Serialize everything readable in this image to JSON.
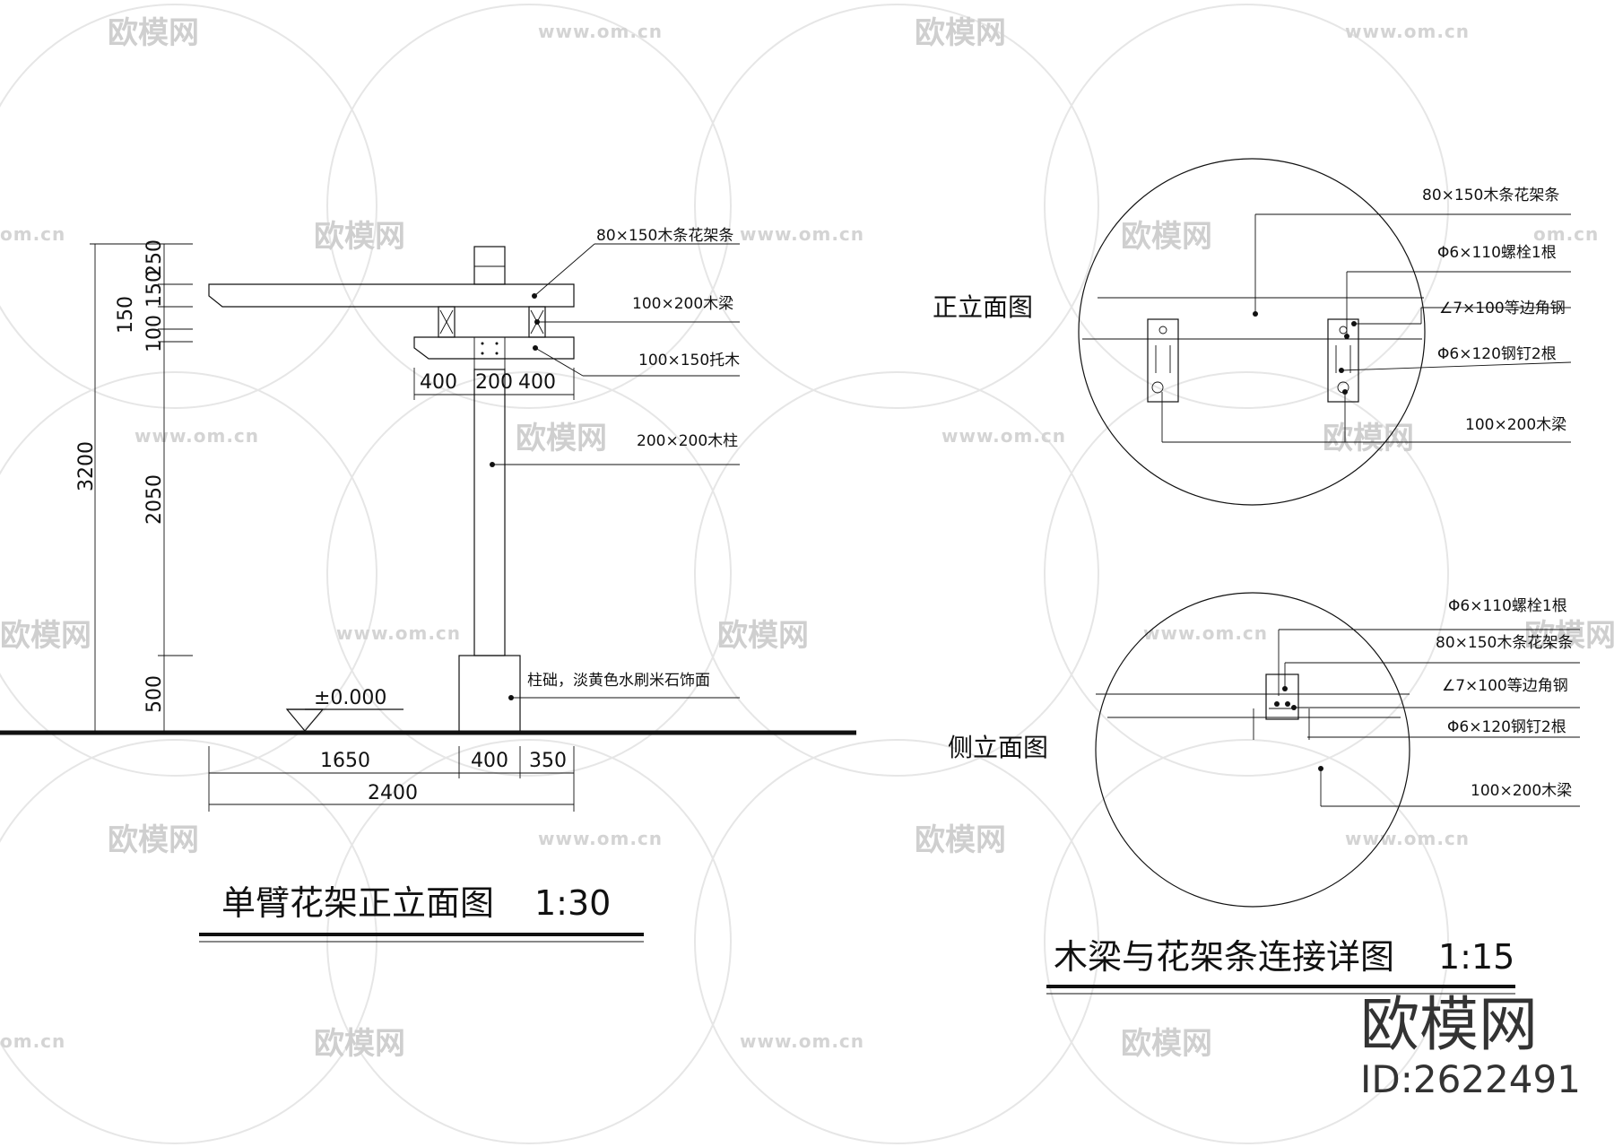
{
  "watermark": {
    "brand": "欧模网",
    "url": "www.om.cn",
    "url_short": "om.cn",
    "id_text": "ID:2622491"
  },
  "elevation": {
    "title": "单臂花架正立面图",
    "scale": "1:30",
    "level": "±0.000",
    "callouts": [
      "80×150木条花架条",
      "100×200木梁",
      "100×150托木",
      "200×200木柱",
      "柱础，淡黄色水刷米石饰面"
    ],
    "dims_top": [
      "400",
      "200",
      "400"
    ],
    "dims_bottom": [
      "1650",
      "400",
      "350"
    ],
    "dim_total_width": "2400",
    "dims_left": [
      "250",
      "150",
      "150",
      "100",
      "2050",
      "500"
    ],
    "dim_total_height": "3200"
  },
  "detail": {
    "title": "木梁与花架条连接详图",
    "scale": "1:15",
    "front_label": "正立面图",
    "side_label": "侧立面图",
    "front_callouts": [
      "80×150木条花架条",
      "Φ6×110螺栓1根",
      "∠7×100等边角钢",
      "Φ6×120钢钉2根",
      "100×200木梁"
    ],
    "side_callouts": [
      "Φ6×110螺栓1根",
      "80×150木条花架条",
      "∠7×100等边角钢",
      "Φ6×120钢钉2根",
      "100×200木梁"
    ]
  }
}
